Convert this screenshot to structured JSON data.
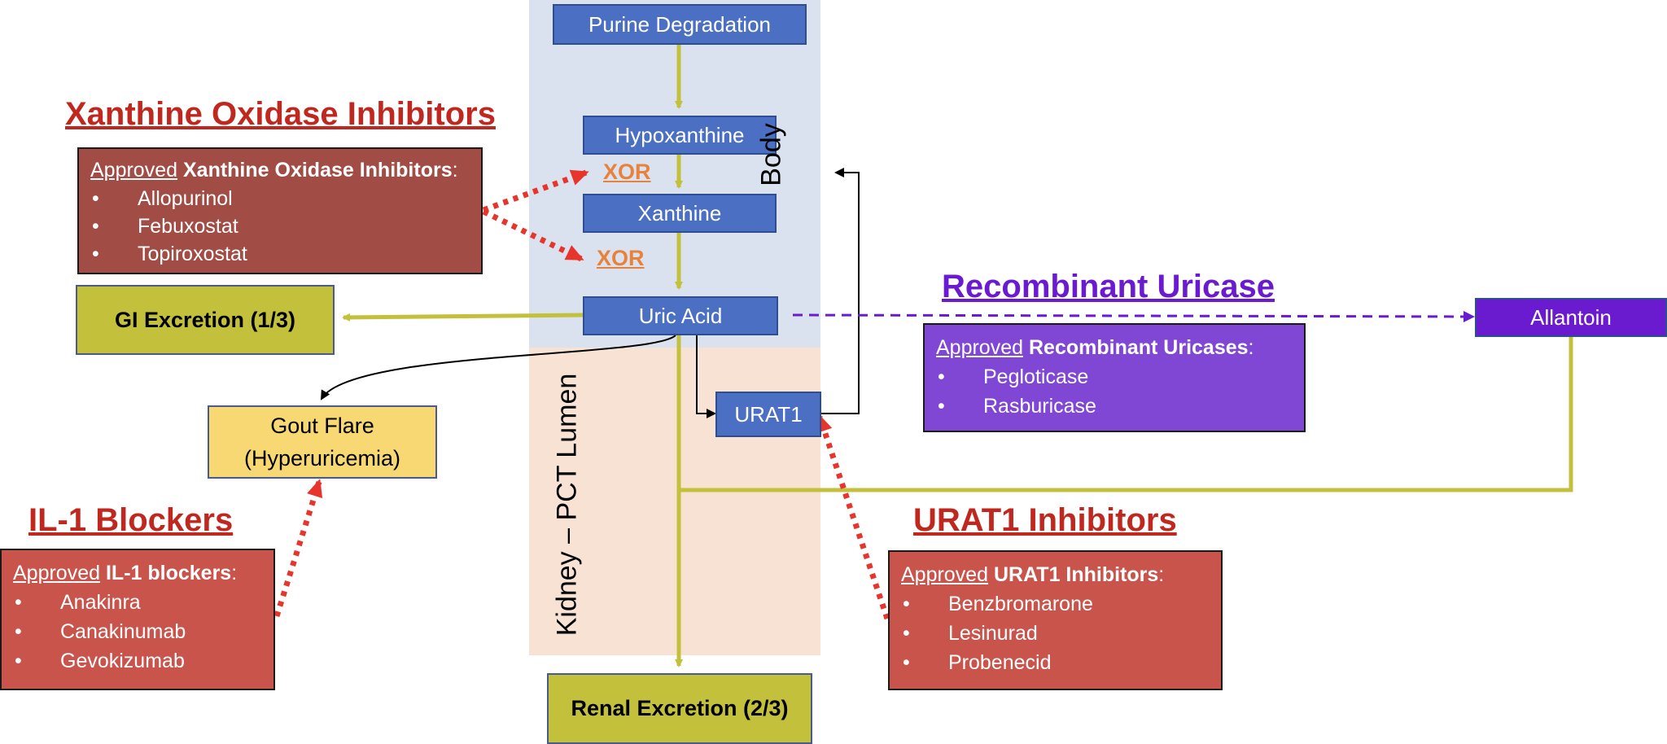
{
  "pathway": {
    "purine": "Purine Degradation",
    "hypoxanthine": "Hypoxanthine",
    "xanthine": "Xanthine",
    "uric_acid": "Uric Acid",
    "urat1": "URAT1",
    "allantoin": "Allantoin",
    "xor": "XOR"
  },
  "regions": {
    "body": "Body",
    "kidney": "Kidney – PCT Lumen"
  },
  "outcomes": {
    "gi_excretion": "GI Excretion (1/3)",
    "renal_excretion": "Renal Excretion (2/3)",
    "gout_line1": "Gout Flare",
    "gout_line2": "(Hyperuricemia)"
  },
  "xo_inhibitors": {
    "heading": "Xanthine Oxidase Inhibitors",
    "approved": "Approved",
    "class_name": "Xanthine Oxidase Inhibitors",
    "colon": ":",
    "drugs": [
      "Allopurinol",
      "Febuxostat",
      "Topiroxostat"
    ]
  },
  "uricase": {
    "heading": "Recombinant Uricase",
    "approved": "Approved",
    "class_name": "Recombinant Uricases",
    "colon": ":",
    "drugs": [
      "Pegloticase",
      "Rasburicase"
    ]
  },
  "il1_blockers": {
    "heading": "IL-1 Blockers",
    "approved": "Approved",
    "class_name": "IL-1 blockers",
    "colon": ":",
    "drugs": [
      "Anakinra",
      "Canakinumab",
      "Gevokizumab"
    ]
  },
  "urat1_inhibitors": {
    "heading": "URAT1 Inhibitors",
    "approved": "Approved",
    "class_name": "URAT1 Inhibitors",
    "colon": ":",
    "drugs": [
      "Benzbromarone",
      "Lesinurad",
      "Probenecid"
    ]
  },
  "bullet": "•",
  "colors": {
    "pathway_blue": "#4b6fc2",
    "body_region": "#dbe2ef",
    "kidney_region": "#f8e2d4",
    "flow_arrow": "#c3c03c",
    "inhibition_arrow": "#e8352c",
    "uricase_purple": "#6a1bd0",
    "xo_box": "#a14d45",
    "drug_box": "#c9544b",
    "uricase_box": "#8046d4",
    "heading_red": "#c0281f"
  }
}
